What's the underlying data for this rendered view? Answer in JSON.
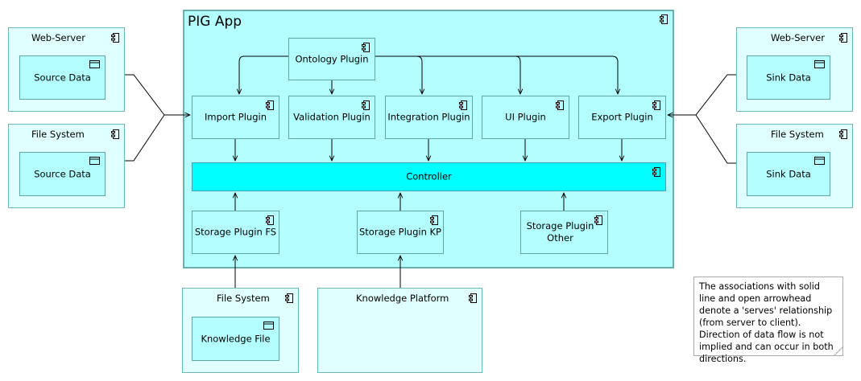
{
  "app": {
    "title": "PIG App"
  },
  "plugins": {
    "ontology": "Ontology Plugin",
    "import": "Import Plugin",
    "validation": "Validation Plugin",
    "integration": "Integration Plugin",
    "ui": "UI Plugin",
    "export": "Export Plugin",
    "controller": "Controller",
    "storage_fs": "Storage Plugin FS",
    "storage_kp": "Storage Plugin KP",
    "storage_other": "Storage Plugin Other"
  },
  "left": {
    "web_server": {
      "title": "Web-Server",
      "artifact": "Source Data"
    },
    "file_system": {
      "title": "File System",
      "artifact": "Source Data"
    }
  },
  "right": {
    "web_server": {
      "title": "Web-Server",
      "artifact": "Sink Data"
    },
    "file_system": {
      "title": "File System",
      "artifact": "Sink Data"
    }
  },
  "bottom": {
    "file_system": {
      "title": "File System",
      "artifact": "Knowledge File"
    },
    "knowledge_platform": {
      "title": "Knowledge Platform"
    }
  },
  "note": {
    "text": "The associations with solid line and  open arrowhead denote a 'serves' relationship (from server to client). Direction of data flow is not implied and can occur in both directions."
  },
  "icons": {
    "component": "component-icon",
    "artifact": "artifact-icon"
  },
  "colors": {
    "node": "#e0ffff",
    "component": "#b3ffff",
    "controller": "#00ffff",
    "border": "#5fa7a7"
  }
}
